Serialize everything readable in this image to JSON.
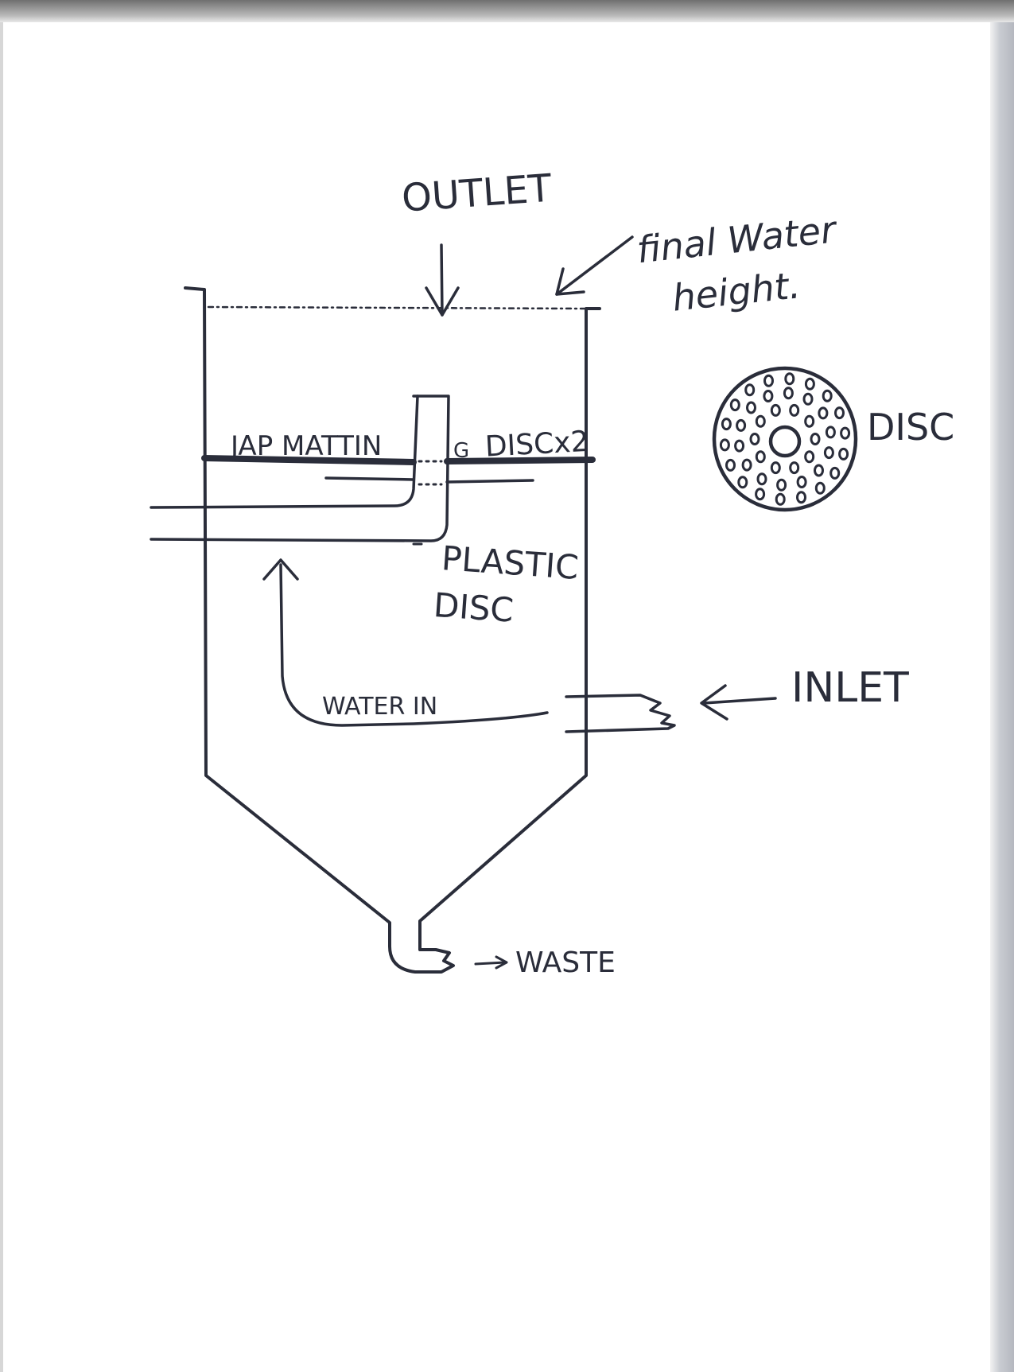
{
  "labels": {
    "outlet": "OUTLET",
    "final_water_height_line1": "final Water",
    "final_water_height_line2": "height.",
    "jap_matting": "JAP MATTIN",
    "jap_matting_g": "G",
    "disc_x2": "DISCx2",
    "plastic_disc_line1": "PLASTIC",
    "plastic_disc_line2": "DISC",
    "water_in": "WATER IN",
    "inlet": "INLET",
    "waste": "WASTE",
    "disc": "DISC"
  },
  "colors": {
    "ink": "#2a2d3a",
    "paper": "#ffffff"
  }
}
